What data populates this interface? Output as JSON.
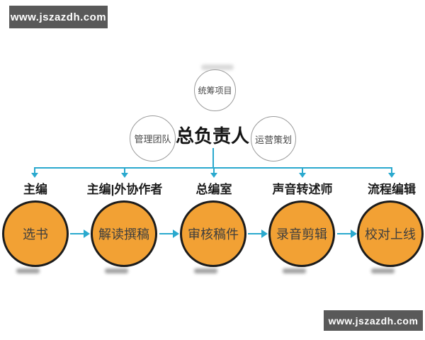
{
  "watermarks": {
    "top_left": "www.jszazdh.com",
    "bottom_right": "www.jszazdh.com"
  },
  "org": {
    "leader": "总负责人",
    "support_bubbles": [
      {
        "label": "统筹项目"
      },
      {
        "label": "管理团队"
      },
      {
        "label": "运营策划"
      }
    ]
  },
  "columns": [
    {
      "role": "主编",
      "task": "选书"
    },
    {
      "role": "主编|外协作者",
      "task": "解读撰稿"
    },
    {
      "role": "总编室",
      "task": "审核稿件"
    },
    {
      "role": "声音转述师",
      "task": "录音剪辑"
    },
    {
      "role": "流程编辑",
      "task": "校对上线"
    }
  ],
  "colors": {
    "accent_teal": "#2AA9CE",
    "circle_orange": "#F2A134",
    "circle_border": "#1c1c1c",
    "banner_gray": "#595959",
    "text_dark": "#141414"
  }
}
